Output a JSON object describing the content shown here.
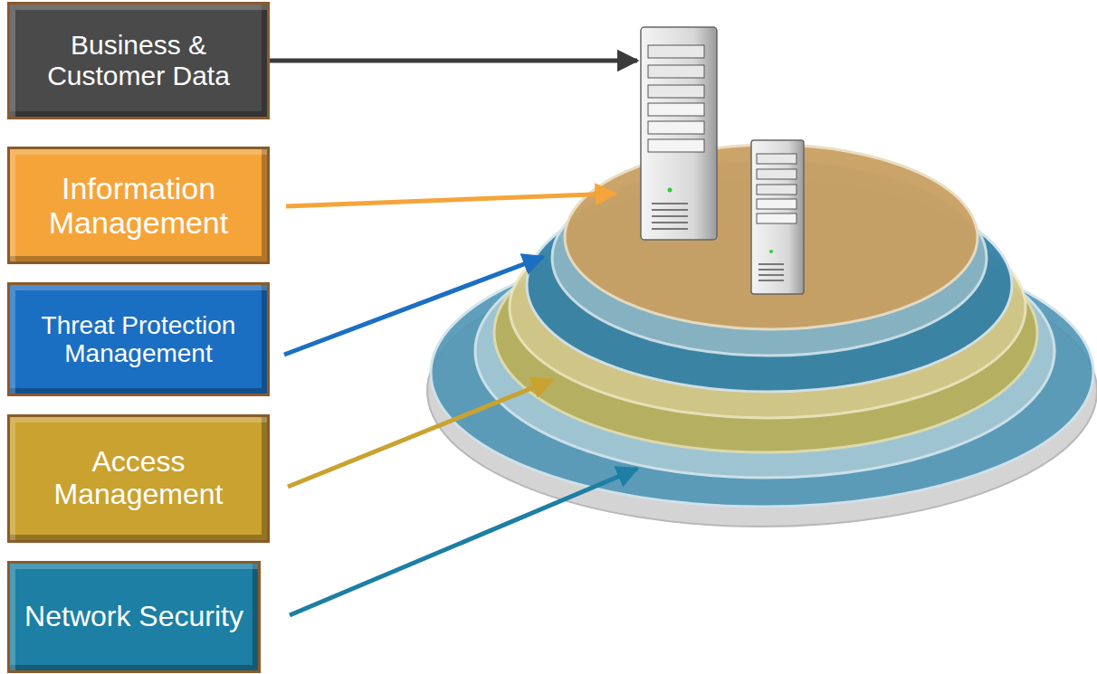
{
  "diagram": {
    "nodes": [
      {
        "text": [
          "Business & Customer Data"
        ]
      },
      {
        "text": [
          "Information Management"
        ]
      },
      {
        "text": [
          "Threat Protection Management"
        ]
      },
      {
        "text": [
          "Access Management"
        ]
      },
      {
        "text": [
          "Network Security"
        ]
      }
    ]
  }
}
